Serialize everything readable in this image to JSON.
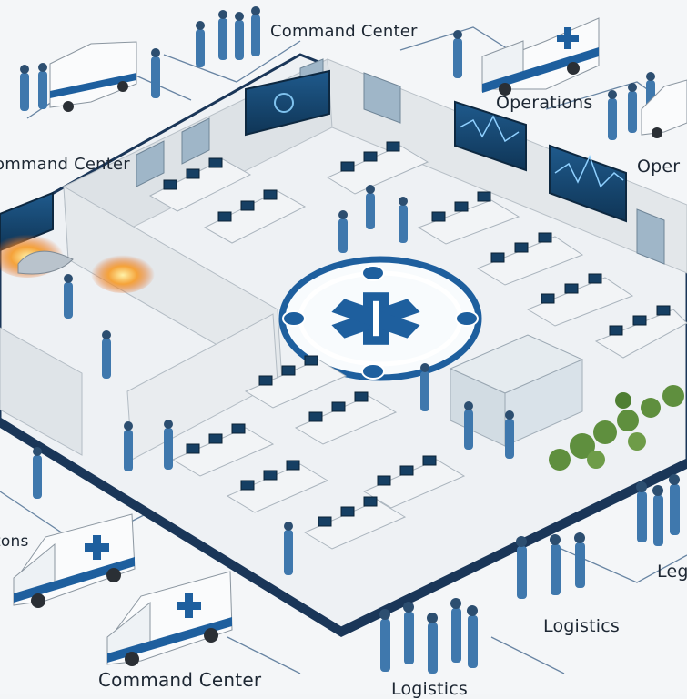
{
  "labels": {
    "command_center_top": "Command Center",
    "command_center_left": "ommand Center",
    "operations_top": "Operations",
    "operations_right": "Oper",
    "operations_left": "tons",
    "logistics_right": "Leg",
    "logistics_mid": "Logistics",
    "logistics_bottom": "Logistics",
    "command_center_bottom": "Command Center"
  },
  "colors": {
    "floor": "#f1f3f5",
    "wall": "#dfe3e6",
    "accent_blue": "#1e5f9e",
    "staff_blue": "#3f78ad",
    "screen": "#17456e",
    "fire": "#f07d1e",
    "plant": "#5f8f3e"
  }
}
